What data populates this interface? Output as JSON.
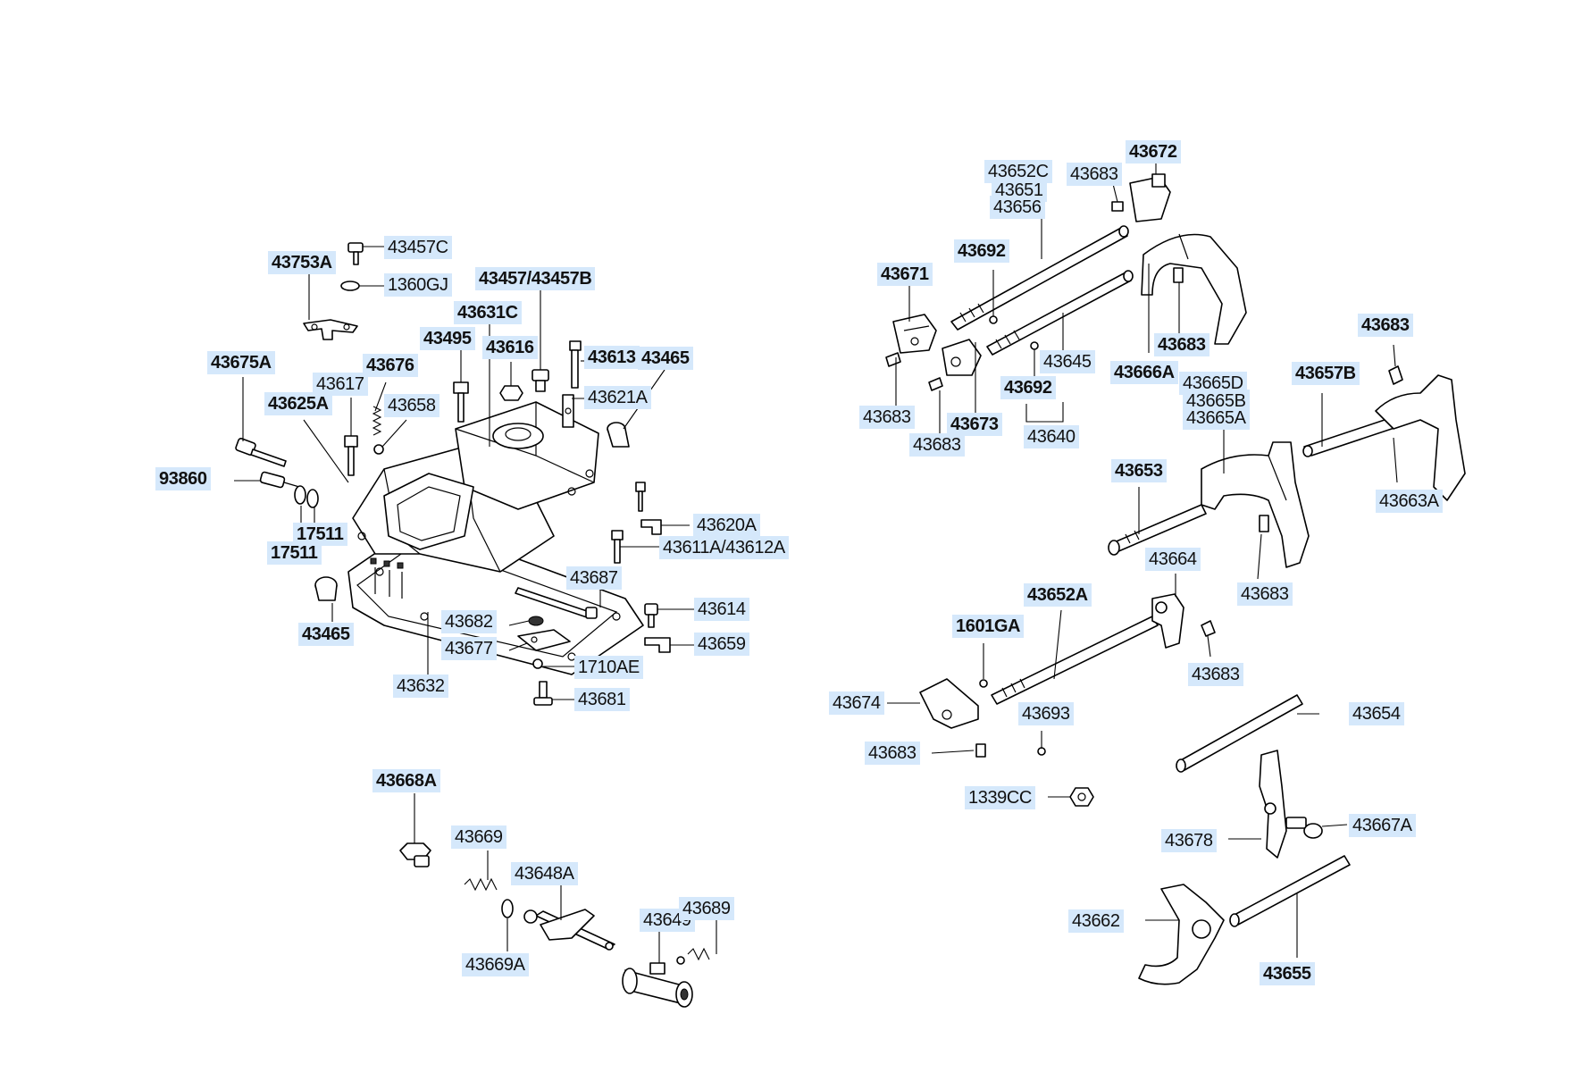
{
  "labels": {
    "p43457C": "43457C",
    "p43753A": "43753A",
    "p1360GJ": "1360GJ",
    "p43457_43457B": "43457/43457B",
    "p43631C": "43631C",
    "p43495": "43495",
    "p43616": "43616",
    "p43613": "43613",
    "p43465_top": "43465",
    "p43675A": "43675A",
    "p43676": "43676",
    "p43617": "43617",
    "p43625A": "43625A",
    "p43658": "43658",
    "p43621A": "43621A",
    "p93860": "93860",
    "p17511_r": "17511",
    "p17511_l": "17511",
    "p43620A": "43620A",
    "p43611A_43612A": "43611A/43612A",
    "p43687": "43687",
    "p43465_bot": "43465",
    "p43614": "43614",
    "p43682": "43682",
    "p43677": "43677",
    "p43659": "43659",
    "p1710AE": "1710AE",
    "p43632": "43632",
    "p43681": "43681",
    "p43668A": "43668A",
    "p43669": "43669",
    "p43648A": "43648A",
    "p43649": "43649",
    "p43689": "43689",
    "p43669A": "43669A",
    "p43652C": "43652C",
    "p43651": "43651",
    "p43656": "43656",
    "p43683_a": "43683",
    "p43672": "43672",
    "p43692_a": "43692",
    "p43671": "43671",
    "p43683_b": "43683",
    "p43645": "43645",
    "p43692_b": "43692",
    "p43666A": "43666A",
    "p43683_c": "43683",
    "p43673": "43673",
    "p43683_d": "43683",
    "p43640": "43640",
    "p43683_e": "43683",
    "p43665D": "43665D",
    "p43665B": "43665B",
    "p43665A": "43665A",
    "p43657B": "43657B",
    "p43653": "43653",
    "p43663A": "43663A",
    "p43664": "43664",
    "p43683_f": "43683",
    "p43652A": "43652A",
    "p1601GA": "1601GA",
    "p43683_g": "43683",
    "p43674": "43674",
    "p43693": "43693",
    "p43654": "43654",
    "p43683_h": "43683",
    "p1339CC": "1339CC",
    "p43667A": "43667A",
    "p43678": "43678",
    "p43662": "43662",
    "p43655": "43655"
  }
}
